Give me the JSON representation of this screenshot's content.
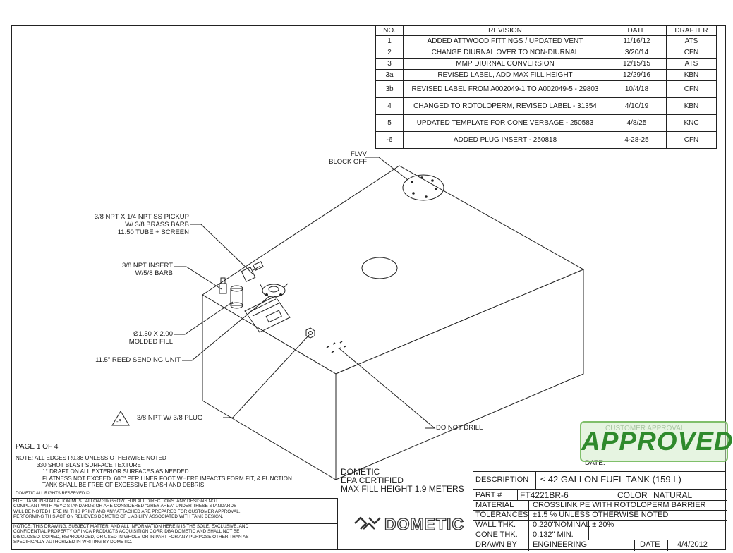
{
  "revisions": {
    "headers": [
      "NO.",
      "REVISION",
      "DATE",
      "DRAFTER"
    ],
    "rows": [
      [
        "1",
        "ADDED ATTWOOD FITTINGS / UPDATED VENT",
        "11/16/12",
        "ATS"
      ],
      [
        "2",
        "CHANGE DIURNAL OVER TO NON-DIURNAL",
        "3/20/14",
        "CFN"
      ],
      [
        "3",
        "MMP DIURNAL CONVERSION",
        "12/15/15",
        "ATS"
      ],
      [
        "3a",
        "REVISED LABEL, ADD MAX FILL HEIGHT",
        "12/29/16",
        "KBN"
      ],
      [
        "3b",
        "REVISED LABEL FROM A002049-1 TO A002049-5 - 29803",
        "10/4/18",
        "CFN"
      ],
      [
        "4",
        "CHANGED TO ROTOLOPERM, REVISED LABEL - 31354",
        "4/10/19",
        "KBN"
      ],
      [
        "5",
        "UPDATED TEMPLATE FOR CONE VERBAGE - 250583",
        "4/8/25",
        "KNC"
      ],
      [
        "-6",
        "ADDED PLUG INSERT - 250818",
        "4-28-25",
        "CFN"
      ]
    ]
  },
  "callouts": {
    "flvv_1": "FLVV",
    "flvv_2": "BLOCK OFF",
    "pickup_1": "3/8 NPT X 1/4 NPT SS PICKUP",
    "pickup_2": "W/ 3/8 BRASS BARB",
    "pickup_3": "11.50 TUBE + SCREEN",
    "insert_1": "3/8 NPT INSERT",
    "insert_2": "W/5/8 BARB",
    "fill_1": "Ø1.50 X 2.00",
    "fill_2": "MOLDED FILL",
    "reed": "11.5\" REED SENDING UNIT",
    "plug_rev": "-6",
    "plug": "3/8 NPT W/ 3/8 PLUG",
    "dnd": "DO NOT DRILL"
  },
  "page": "PAGE 1 OF 4",
  "notes": [
    "NOTE:  ALL EDGES R0.38 UNLESS OTHERWISE NOTED",
    "330 SHOT BLAST SURFACE TEXTURE",
    "1° DRAFT ON ALL EXTERIOR SURFACES AS NEEDED",
    "FLATNESS NOT EXCEED .600\" PER LINER FOOT WHERE IMPACTS FORM FIT, & FUNCTION",
    "TANK SHALL BE FREE OF EXCESSIVE FLASH AND DEBRIS"
  ],
  "rights": "DOMETIC ALL RIGHTS RESERVED ©",
  "disclaimer_1": [
    "FUEL TANK INSTALLATION MUST ALLOW 3% GROWTH IN ALL DIRECTIONS. ANY DESIGNS NOT",
    "COMPLIANT WITH ABYC STANDARDS OR ARE CONSIDERED \"GREY AREA\" UNDER THESE STANDARDS",
    "WILL BE NOTED HERE IN. THIS PRINT AND ANY ATTACHED ARE PREPARED FOR CUSTOMER APPROVAL,",
    "PERFORMING THIS ACTION RELIEVES DOMETIC OF LIABILITY ASSOCIATED WITH TANK DESIGN."
  ],
  "disclaimer_2": [
    "NOTICE: THIS DRAWING, SUBJECT MATTER, AND ALL INFORMATION HEREIN IS THE SOLE, EXCLUSIVE, AND",
    "CONFIDENTIAL PROPERTY OF INCA PRODUCTS ACQUISITION CORP. DBA DOMETIC AND SHALL NOT BE",
    "DISCLOSED, COPIED, REPRODUCED, OR USED IN WHOLE OR IN PART FOR ANY PURPOSE OTHER THAN AS",
    "SPECIFICALLY AUTHORIZED IN WRITING BY DOMETIC."
  ],
  "epa": [
    "DOMETIC",
    "EPA CERTIFIED",
    "MAX FILL HEIGHT  1.9 METERS"
  ],
  "logo_text": "DOMETIC",
  "approval": {
    "stamp": "APPROVED",
    "faint_label": "CUSTOMER APPROVAL",
    "name_label": "N",
    "date_label": "DATE:"
  },
  "title_block": {
    "description_label": "DESCRIPTION",
    "description": "≤ 42 GALLON FUEL TANK (159 L)",
    "part_label": "PART #",
    "part": "FT4221BR-6",
    "color_label": "COLOR",
    "color": "NATURAL",
    "material_label": "MATERIAL",
    "material": "CROSSLINK PE WITH ROTOLOPERM BARRIER",
    "tolerances_label": "TOLERANCES",
    "tolerances": "±1.5 % UNLESS OTHERWISE NOTED",
    "wall_label": "WALL THK.",
    "wall": "0.220\"NOMINAL ± 20%",
    "cone_label": "CONE THK.",
    "cone": "0.132\" MIN.",
    "drawn_label": "DRAWN BY",
    "drawn": "ENGINEERING",
    "date_label": "DATE",
    "date": "4/4/2012"
  }
}
